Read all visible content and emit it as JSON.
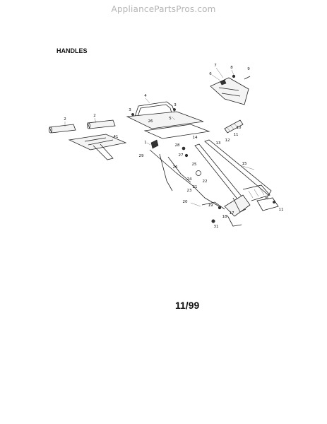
{
  "watermark": "AppliancePartsPros.com",
  "section_title": "HANDLES",
  "date_code": "11/99",
  "callouts": [
    {
      "id": "2a",
      "label": "2"
    },
    {
      "id": "2b",
      "label": "2"
    },
    {
      "id": "3a",
      "label": "3"
    },
    {
      "id": "3b",
      "label": "3"
    },
    {
      "id": "4",
      "label": "4"
    },
    {
      "id": "5",
      "label": "5"
    },
    {
      "id": "6",
      "label": "6"
    },
    {
      "id": "7",
      "label": "7"
    },
    {
      "id": "8",
      "label": "8"
    },
    {
      "id": "9",
      "label": "9"
    },
    {
      "id": "10",
      "label": "10"
    },
    {
      "id": "11a",
      "label": "11"
    },
    {
      "id": "11b",
      "label": "11"
    },
    {
      "id": "12",
      "label": "12"
    },
    {
      "id": "13",
      "label": "13"
    },
    {
      "id": "14",
      "label": "14"
    },
    {
      "id": "15",
      "label": "15"
    },
    {
      "id": "16",
      "label": "16"
    },
    {
      "id": "17",
      "label": "17"
    },
    {
      "id": "18",
      "label": "18"
    },
    {
      "id": "19",
      "label": "19"
    },
    {
      "id": "20",
      "label": "20"
    },
    {
      "id": "21",
      "label": "21"
    },
    {
      "id": "22",
      "label": "22"
    },
    {
      "id": "23",
      "label": "23"
    },
    {
      "id": "24",
      "label": "24"
    },
    {
      "id": "25",
      "label": "25"
    },
    {
      "id": "26a",
      "label": "26"
    },
    {
      "id": "26b",
      "label": "26"
    },
    {
      "id": "27",
      "label": "27"
    },
    {
      "id": "28",
      "label": "28"
    },
    {
      "id": "29",
      "label": "29"
    },
    {
      "id": "31",
      "label": "31"
    },
    {
      "id": "1",
      "label": "1"
    },
    {
      "id": "41",
      "label": "41"
    }
  ]
}
